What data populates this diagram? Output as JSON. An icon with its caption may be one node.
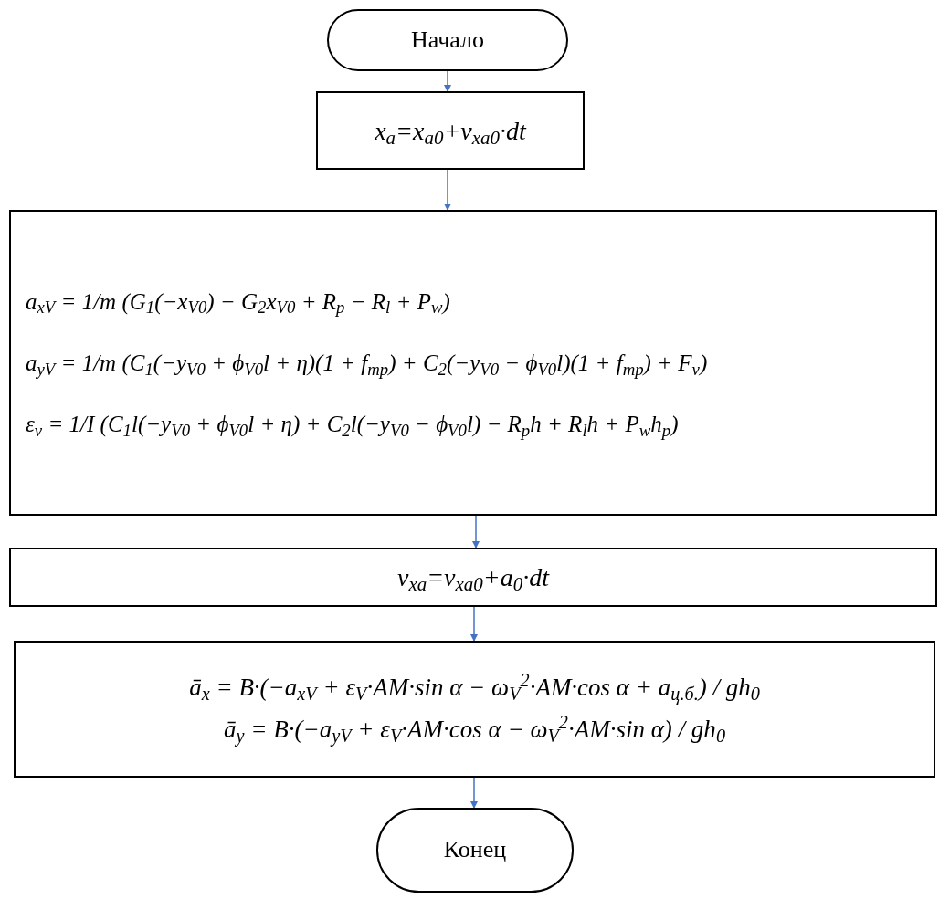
{
  "diagram": {
    "nodes": [
      {
        "text": [
          "Начало"
        ]
      },
      {
        "text": [
          "x$_{a}$=x$_{a0}$+v$_{xa0}$·dt"
        ]
      },
      {
        "text": [
          "a$_{xV}$ = 1/m (G$_{1}$(−x$_{V0}$) − G$_{2}$x$_{V0}$ + R$_{p}$ − R$_{l}$ + P$_{w}$)",
          "a$_{yV}$ = 1/m (C$_{1}$(−y$_{V0}$ + ϕ$_{V0}$l + η)(1 + f$_{mp}$) + C$_{2}$(−y$_{V0}$ − ϕ$_{V0}$l)(1 + f$_{mp}$) + F$_{v}$)",
          "ε$_{v}$ = 1/I (C$_{1}$l(−y$_{V0}$ + ϕ$_{V0}$l + η) + C$_{2}$l(−y$_{V0}$ − ϕ$_{V0}$l) − R$_{p}$h + R$_{l}$h + P$_{w}$h$_{p}$)"
        ]
      },
      {
        "text": [
          "v$_{xa}$=v$_{xa0}$+a$_{0}$·dt"
        ]
      },
      {
        "text": [
          "ā$_{x}$ = B·(−a$_{xV}$ + ε$_{V}$·AM·sin α − ω$_{V}$$^{2}$·AM·cos α + a$_{ц.б.}$) / gh$_{0}$",
          "ā$_{y}$ = B·(−a$_{yV}$ + ε$_{V}$·AM·cos α − ω$_{V}$$^{2}$·AM·sin α) / gh$_{0}$"
        ]
      },
      {
        "text": [
          "Конец"
        ]
      }
    ],
    "edges": [
      {
        "from": 0,
        "to": 1,
        "arrow": "to"
      },
      {
        "from": 1,
        "to": 2,
        "arrow": "to"
      },
      {
        "from": 2,
        "to": 3,
        "arrow": "to"
      },
      {
        "from": 3,
        "to": 4,
        "arrow": "to"
      },
      {
        "from": 4,
        "to": 5,
        "arrow": "to"
      }
    ]
  }
}
